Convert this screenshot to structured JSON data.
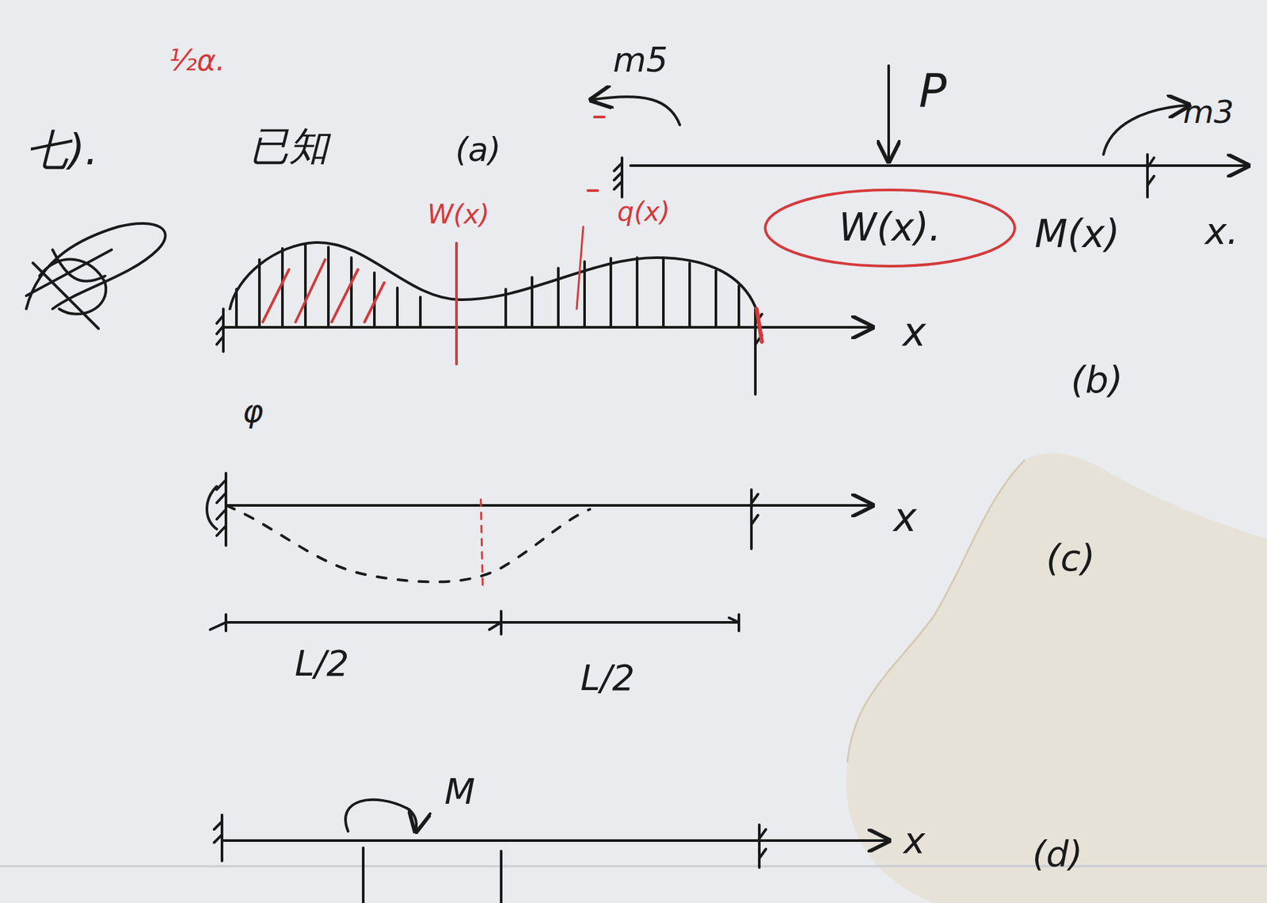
{
  "diagram": {
    "labels": [
      "½α.",
      "七).",
      "已知",
      "(a)",
      "m5",
      "P",
      "m3",
      "x.",
      "W(x).",
      "M(x)",
      "W(x)",
      "q(x)",
      "x",
      "(b)",
      "φ",
      "x",
      "(c)",
      "L/2",
      "L/2",
      "M",
      "x",
      "(d)"
    ]
  }
}
